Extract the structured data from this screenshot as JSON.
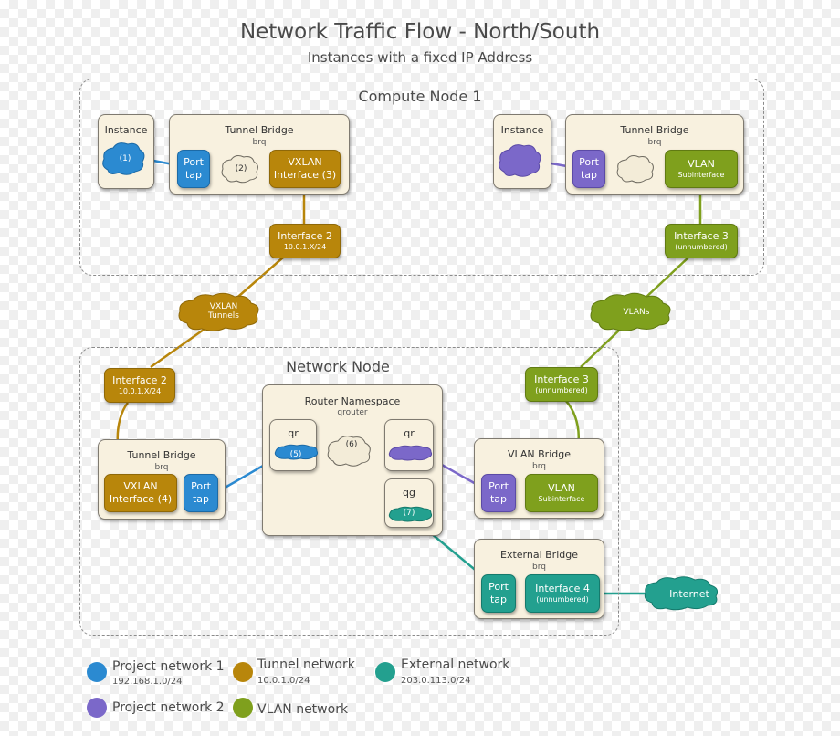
{
  "title": "Network Traffic Flow - North/South",
  "subtitle": "Instances with a fixed IP Address",
  "zones": {
    "compute": "Compute Node 1",
    "network": "Network Node"
  },
  "compute_left": {
    "instance_label": "Instance",
    "instance_cloud": "(1)",
    "bridge_title": "Tunnel Bridge",
    "bridge_sub": "brq",
    "port_line1": "Port",
    "port_line2": "tap",
    "cloud2": "(2)",
    "vxlan_line1": "VXLAN",
    "vxlan_line2": "Interface (3)",
    "iface_title": "Interface 2",
    "iface_sub": "10.0.1.X/24"
  },
  "compute_right": {
    "instance_label": "Instance",
    "bridge_title": "Tunnel Bridge",
    "bridge_sub": "brq",
    "port_line1": "Port",
    "port_line2": "tap",
    "vlan_line1": "VLAN",
    "vlan_line2": "Subinterface",
    "iface_title": "Interface 3",
    "iface_sub": "(unnumbered)"
  },
  "clouds": {
    "vxlan_line1": "VXLAN",
    "vxlan_line2": "Tunnels",
    "vlans": "VLANs",
    "internet": "Internet"
  },
  "network_left": {
    "iface_title": "Interface 2",
    "iface_sub": "10.0.1.X/24",
    "bridge_title": "Tunnel Bridge",
    "bridge_sub": "brq",
    "vxlan_line1": "VXLAN",
    "vxlan_line2": "Interface (4)",
    "port_line1": "Port",
    "port_line2": "tap"
  },
  "router": {
    "title": "Router Namespace",
    "sub": "qrouter",
    "qr_left": "qr",
    "qr_left_num": "(5)",
    "center_num": "(6)",
    "qr_right": "qr",
    "qg": "qg",
    "qg_num": "(7)"
  },
  "vlan_bridge": {
    "iface_title": "Interface 3",
    "iface_sub": "(unnumbered)",
    "title": "VLAN Bridge",
    "sub": "brq",
    "port_line1": "Port",
    "port_line2": "tap",
    "vlan_line1": "VLAN",
    "vlan_line2": "Subinterface"
  },
  "external_bridge": {
    "title": "External Bridge",
    "sub": "brq",
    "port_line1": "Port",
    "port_line2": "tap",
    "iface_title": "Interface 4",
    "iface_sub": "(unnumbered)"
  },
  "legend": [
    {
      "label": "Project network 1",
      "sub": "192.168.1.0/24",
      "color": "#2b8ad1"
    },
    {
      "label": "Tunnel network",
      "sub": "10.0.1.0/24",
      "color": "#b8860b"
    },
    {
      "label": "External network",
      "sub": "203.0.113.0/24",
      "color": "#23a08f"
    },
    {
      "label": "Project network 2",
      "sub": "",
      "color": "#7b68c9"
    },
    {
      "label": "VLAN network",
      "sub": "",
      "color": "#7fa01d"
    }
  ]
}
